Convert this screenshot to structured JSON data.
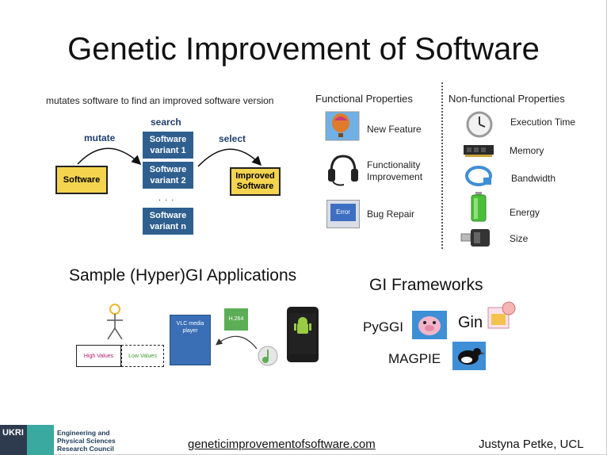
{
  "slide": {
    "title": "Genetic Improvement of Software",
    "diagram": {
      "caption": "mutates software to find an improved software version",
      "search_label": "search",
      "mutate_label": "mutate",
      "select_label": "select",
      "software_label": "Software",
      "variant1": "Software variant 1",
      "variant2": "Software variant 2",
      "dots": ". . .",
      "variantn": "Software variant n",
      "improved_label": "Improved Software"
    },
    "functional": {
      "header": "Functional Properties",
      "items": [
        "New Feature",
        "Functionality Improvement",
        "Bug Repair"
      ],
      "error_text": "Error"
    },
    "nonfunctional": {
      "header": "Non-functional Properties",
      "items": [
        "Execution Time",
        "Memory",
        "Bandwidth",
        "Energy",
        "Size"
      ]
    },
    "applications": {
      "title": "Sample (Hyper)GI Applications",
      "high_values": "High Values",
      "low_values": "Low Values",
      "vlc_label": "VLC media player",
      "h264_label": "H.264"
    },
    "frameworks": {
      "title": "GI Frameworks",
      "pyggi": "PyGGI",
      "gin": "Gin",
      "magpie": "MAGPIE"
    },
    "footer": {
      "logo_text": "UKRI",
      "council": "Engineering and Physical Sciences Research Council",
      "url": "geneticimprovementofsoftware.com",
      "author": "Justyna Petke, UCL"
    }
  }
}
